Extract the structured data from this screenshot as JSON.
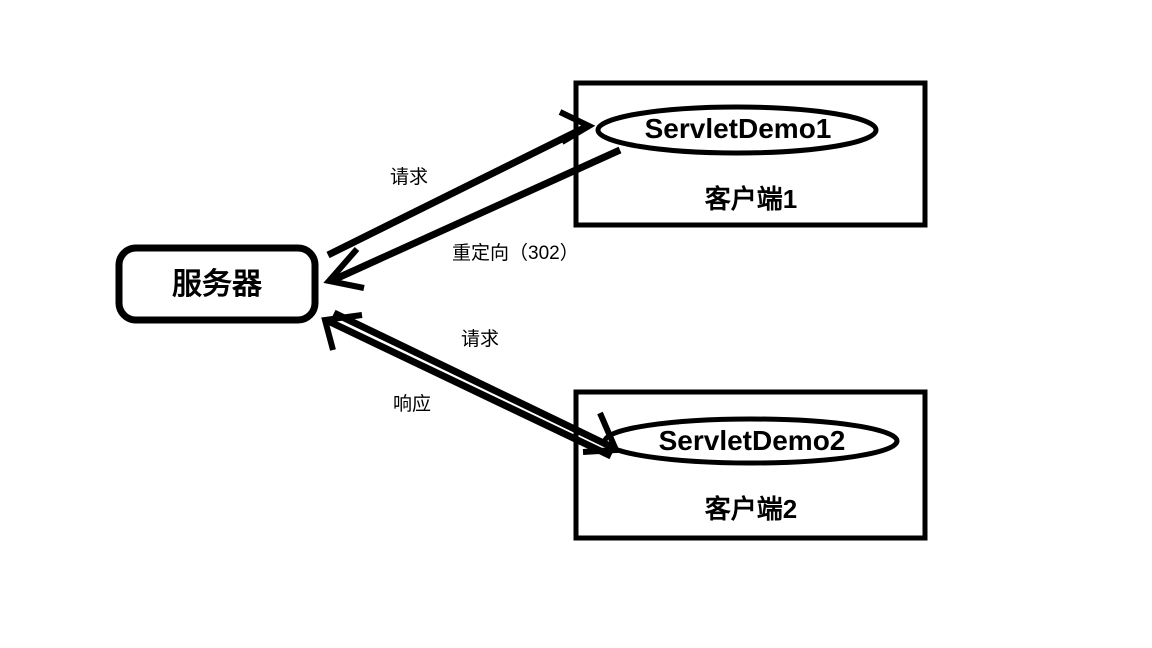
{
  "diagram": {
    "title": "Servlet redirect flow diagram",
    "background_color": "#ffffff",
    "stroke_color": "#000000",
    "text_color": "#000000"
  },
  "nodes": {
    "server": {
      "label": "服务器",
      "shape": "rounded-rectangle"
    },
    "client1": {
      "box_label": "客户端1",
      "servlet_label": "ServletDemo1",
      "shape": "rectangle",
      "inner_shape": "ellipse"
    },
    "client2": {
      "box_label": "客户端2",
      "servlet_label": "ServletDemo2",
      "shape": "rectangle",
      "inner_shape": "ellipse"
    }
  },
  "edges": [
    {
      "id": "request-to-servlet1",
      "label": "请求",
      "from": "server",
      "to": "client1",
      "direction": "server-to-client1"
    },
    {
      "id": "redirect-302",
      "label": "重定向（302）",
      "from": "client1",
      "to": "server",
      "direction": "client1-to-server",
      "status_code": "302"
    },
    {
      "id": "request-to-servlet2",
      "label": "请求",
      "from": "server",
      "to": "client2",
      "direction": "server-to-client2"
    },
    {
      "id": "response-from-servlet2",
      "label": "响应",
      "from": "client2",
      "to": "server",
      "direction": "client2-to-server"
    }
  ]
}
